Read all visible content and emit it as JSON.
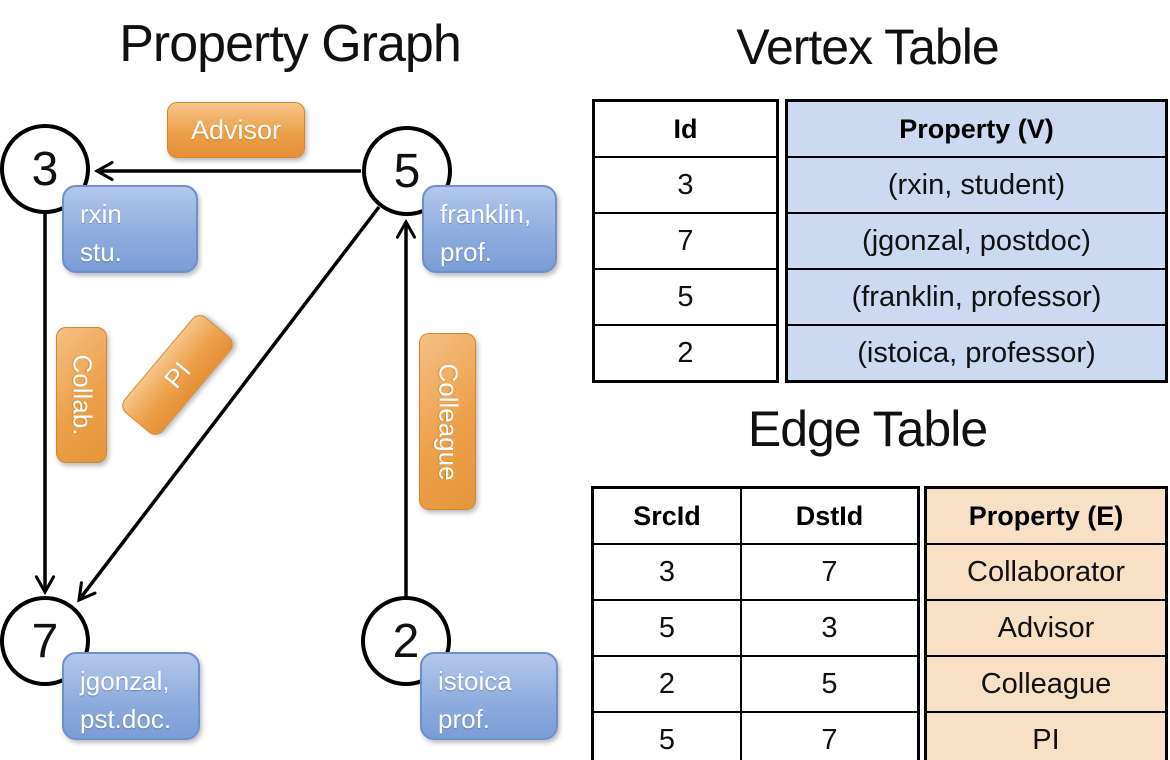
{
  "graph": {
    "title": "Property Graph",
    "nodes": [
      {
        "id": "3",
        "property_line1": "rxin",
        "property_line2": "stu."
      },
      {
        "id": "5",
        "property_line1": "franklin,",
        "property_line2": "prof."
      },
      {
        "id": "7",
        "property_line1": "jgonzal,",
        "property_line2": "pst.doc."
      },
      {
        "id": "2",
        "property_line1": "istoica",
        "property_line2": "prof."
      }
    ],
    "edges": [
      {
        "src": "5",
        "dst": "3",
        "label": "Advisor"
      },
      {
        "src": "3",
        "dst": "7",
        "label": "Collab."
      },
      {
        "src": "5",
        "dst": "7",
        "label": "PI"
      },
      {
        "src": "2",
        "dst": "5",
        "label": "Colleague"
      }
    ]
  },
  "vertex_table": {
    "title": "Vertex Table",
    "columns": {
      "id": "Id",
      "property": "Property (V)"
    },
    "rows": [
      {
        "id": "3",
        "property": "(rxin, student)"
      },
      {
        "id": "7",
        "property": "(jgonzal, postdoc)"
      },
      {
        "id": "5",
        "property": "(franklin, professor)"
      },
      {
        "id": "2",
        "property": "(istoica, professor)"
      }
    ]
  },
  "edge_table": {
    "title": "Edge Table",
    "columns": {
      "src": "SrcId",
      "dst": "DstId",
      "property": "Property (E)"
    },
    "rows": [
      {
        "src": "3",
        "dst": "7",
        "property": "Collaborator"
      },
      {
        "src": "5",
        "dst": "3",
        "property": "Advisor"
      },
      {
        "src": "2",
        "dst": "5",
        "property": "Colleague"
      },
      {
        "src": "5",
        "dst": "7",
        "property": "PI"
      }
    ]
  },
  "colors": {
    "edge_label_fill": "#eda04a",
    "edge_label_border": "#cf8830",
    "vertex_box_fill": "#8fadde",
    "vertex_box_border": "#6e8ecd",
    "vertex_property_bg": "#cdd9f0",
    "edge_property_bg": "#f7e0c4",
    "table_border": "#000000",
    "box_text": "#ffffff"
  }
}
